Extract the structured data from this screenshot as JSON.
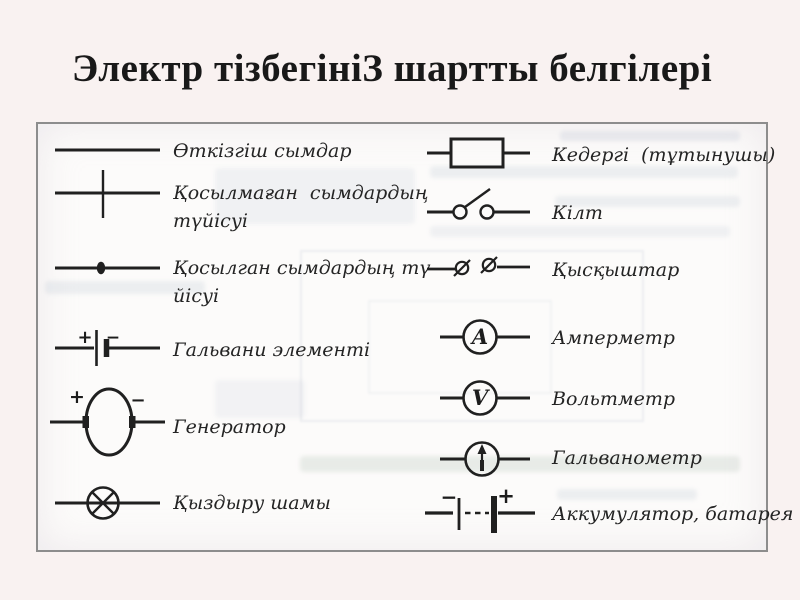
{
  "slide": {
    "title": "Электр тізбегініЗ шартты белгілері"
  },
  "glyphs": {
    "plus": "+",
    "minus": "−"
  },
  "legend": {
    "left": [
      {
        "icon": "wire-symbol",
        "label": "Өткізгіш сымдар"
      },
      {
        "icon": "uncrossed-wires-symbol",
        "label": "Қосылмаған сымдардың\nтүйісуі"
      },
      {
        "icon": "connected-wires-symbol",
        "label": "Қосылган сымдардың тү-\nйісуі"
      },
      {
        "icon": "galvanic-cell-symbol",
        "label": "Гальвани элементі"
      },
      {
        "icon": "generator-symbol",
        "label": "Генератор"
      },
      {
        "icon": "lamp-symbol",
        "label": "Қыздыру шамы"
      }
    ],
    "right": [
      {
        "icon": "resistor-symbol",
        "label": "Кедергі (тұтынушы)"
      },
      {
        "icon": "switch-symbol",
        "label": "Кілт"
      },
      {
        "icon": "clamps-symbol",
        "label": "Қысқыштар"
      },
      {
        "icon": "ammeter-symbol",
        "label": "Амперметр",
        "letter": "A"
      },
      {
        "icon": "voltmeter-symbol",
        "label": "Вольтметр",
        "letter": "V"
      },
      {
        "icon": "galvanometer-symbol",
        "label": "Гальванометр"
      },
      {
        "icon": "battery-symbol",
        "label": "Аккумулятор, батарея"
      }
    ]
  }
}
